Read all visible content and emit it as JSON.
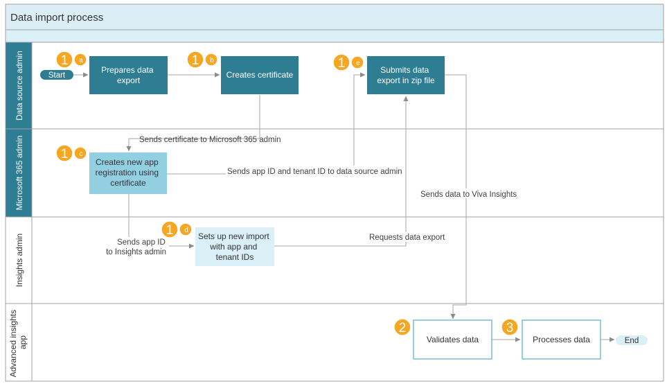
{
  "title": "Data import process",
  "colors": {
    "title_bg": "#dbeef5",
    "lane_border": "#a0a0a0",
    "lane_label_dark": "#2e7d93",
    "lane_label_light": "#ffffff",
    "step_dark": "#2e7d93",
    "step_light_mid": "#92cfe0",
    "step_light_pale": "#daeff6",
    "step_outline": "#5fb4cf",
    "badge": "#f5a623",
    "connector": "#a6a6a6",
    "terminal_dark": "#2e7d93",
    "terminal_light": "#daeff6"
  },
  "lanes": [
    {
      "id": "data-source",
      "label": "Data source admin"
    },
    {
      "id": "m365",
      "label": "Microsoft 365 admin"
    },
    {
      "id": "insights",
      "label": "Insights admin"
    },
    {
      "id": "advanced",
      "label_line1": "Advanced insights",
      "label_line2": "app"
    }
  ],
  "terminals": {
    "start": "Start",
    "end": "End"
  },
  "steps": {
    "prepare": {
      "line1": "Prepares data",
      "line2": "export",
      "badge_num": "1",
      "badge_letter": "a"
    },
    "certificate": {
      "line1": "Creates certificate",
      "badge_num": "1",
      "badge_letter": "b"
    },
    "app_reg": {
      "line1": "Creates new app",
      "line2": "registration using",
      "line3": "certificate",
      "badge_num": "1",
      "badge_letter": "c"
    },
    "import": {
      "line1": "Sets up new import",
      "line2": "with app and",
      "line3": "tenant IDs",
      "badge_num": "1",
      "badge_letter": "d"
    },
    "submit": {
      "line1": "Submits data",
      "line2": "export in zip file",
      "badge_num": "1",
      "badge_letter": "e"
    },
    "validate": {
      "line1": "Validates data",
      "badge_num": "2"
    },
    "process": {
      "line1": "Processes data",
      "badge_num": "3"
    }
  },
  "edges": {
    "send_cert": "Sends certificate to Microsoft 365 admin",
    "send_app_tenant": "Sends app ID and tenant ID to data source admin",
    "send_app_insights_line1": "Sends app ID",
    "send_app_insights_line2": "to Insights admin",
    "request_export": "Requests data export",
    "send_viva": "Sends data to Viva Insights"
  }
}
